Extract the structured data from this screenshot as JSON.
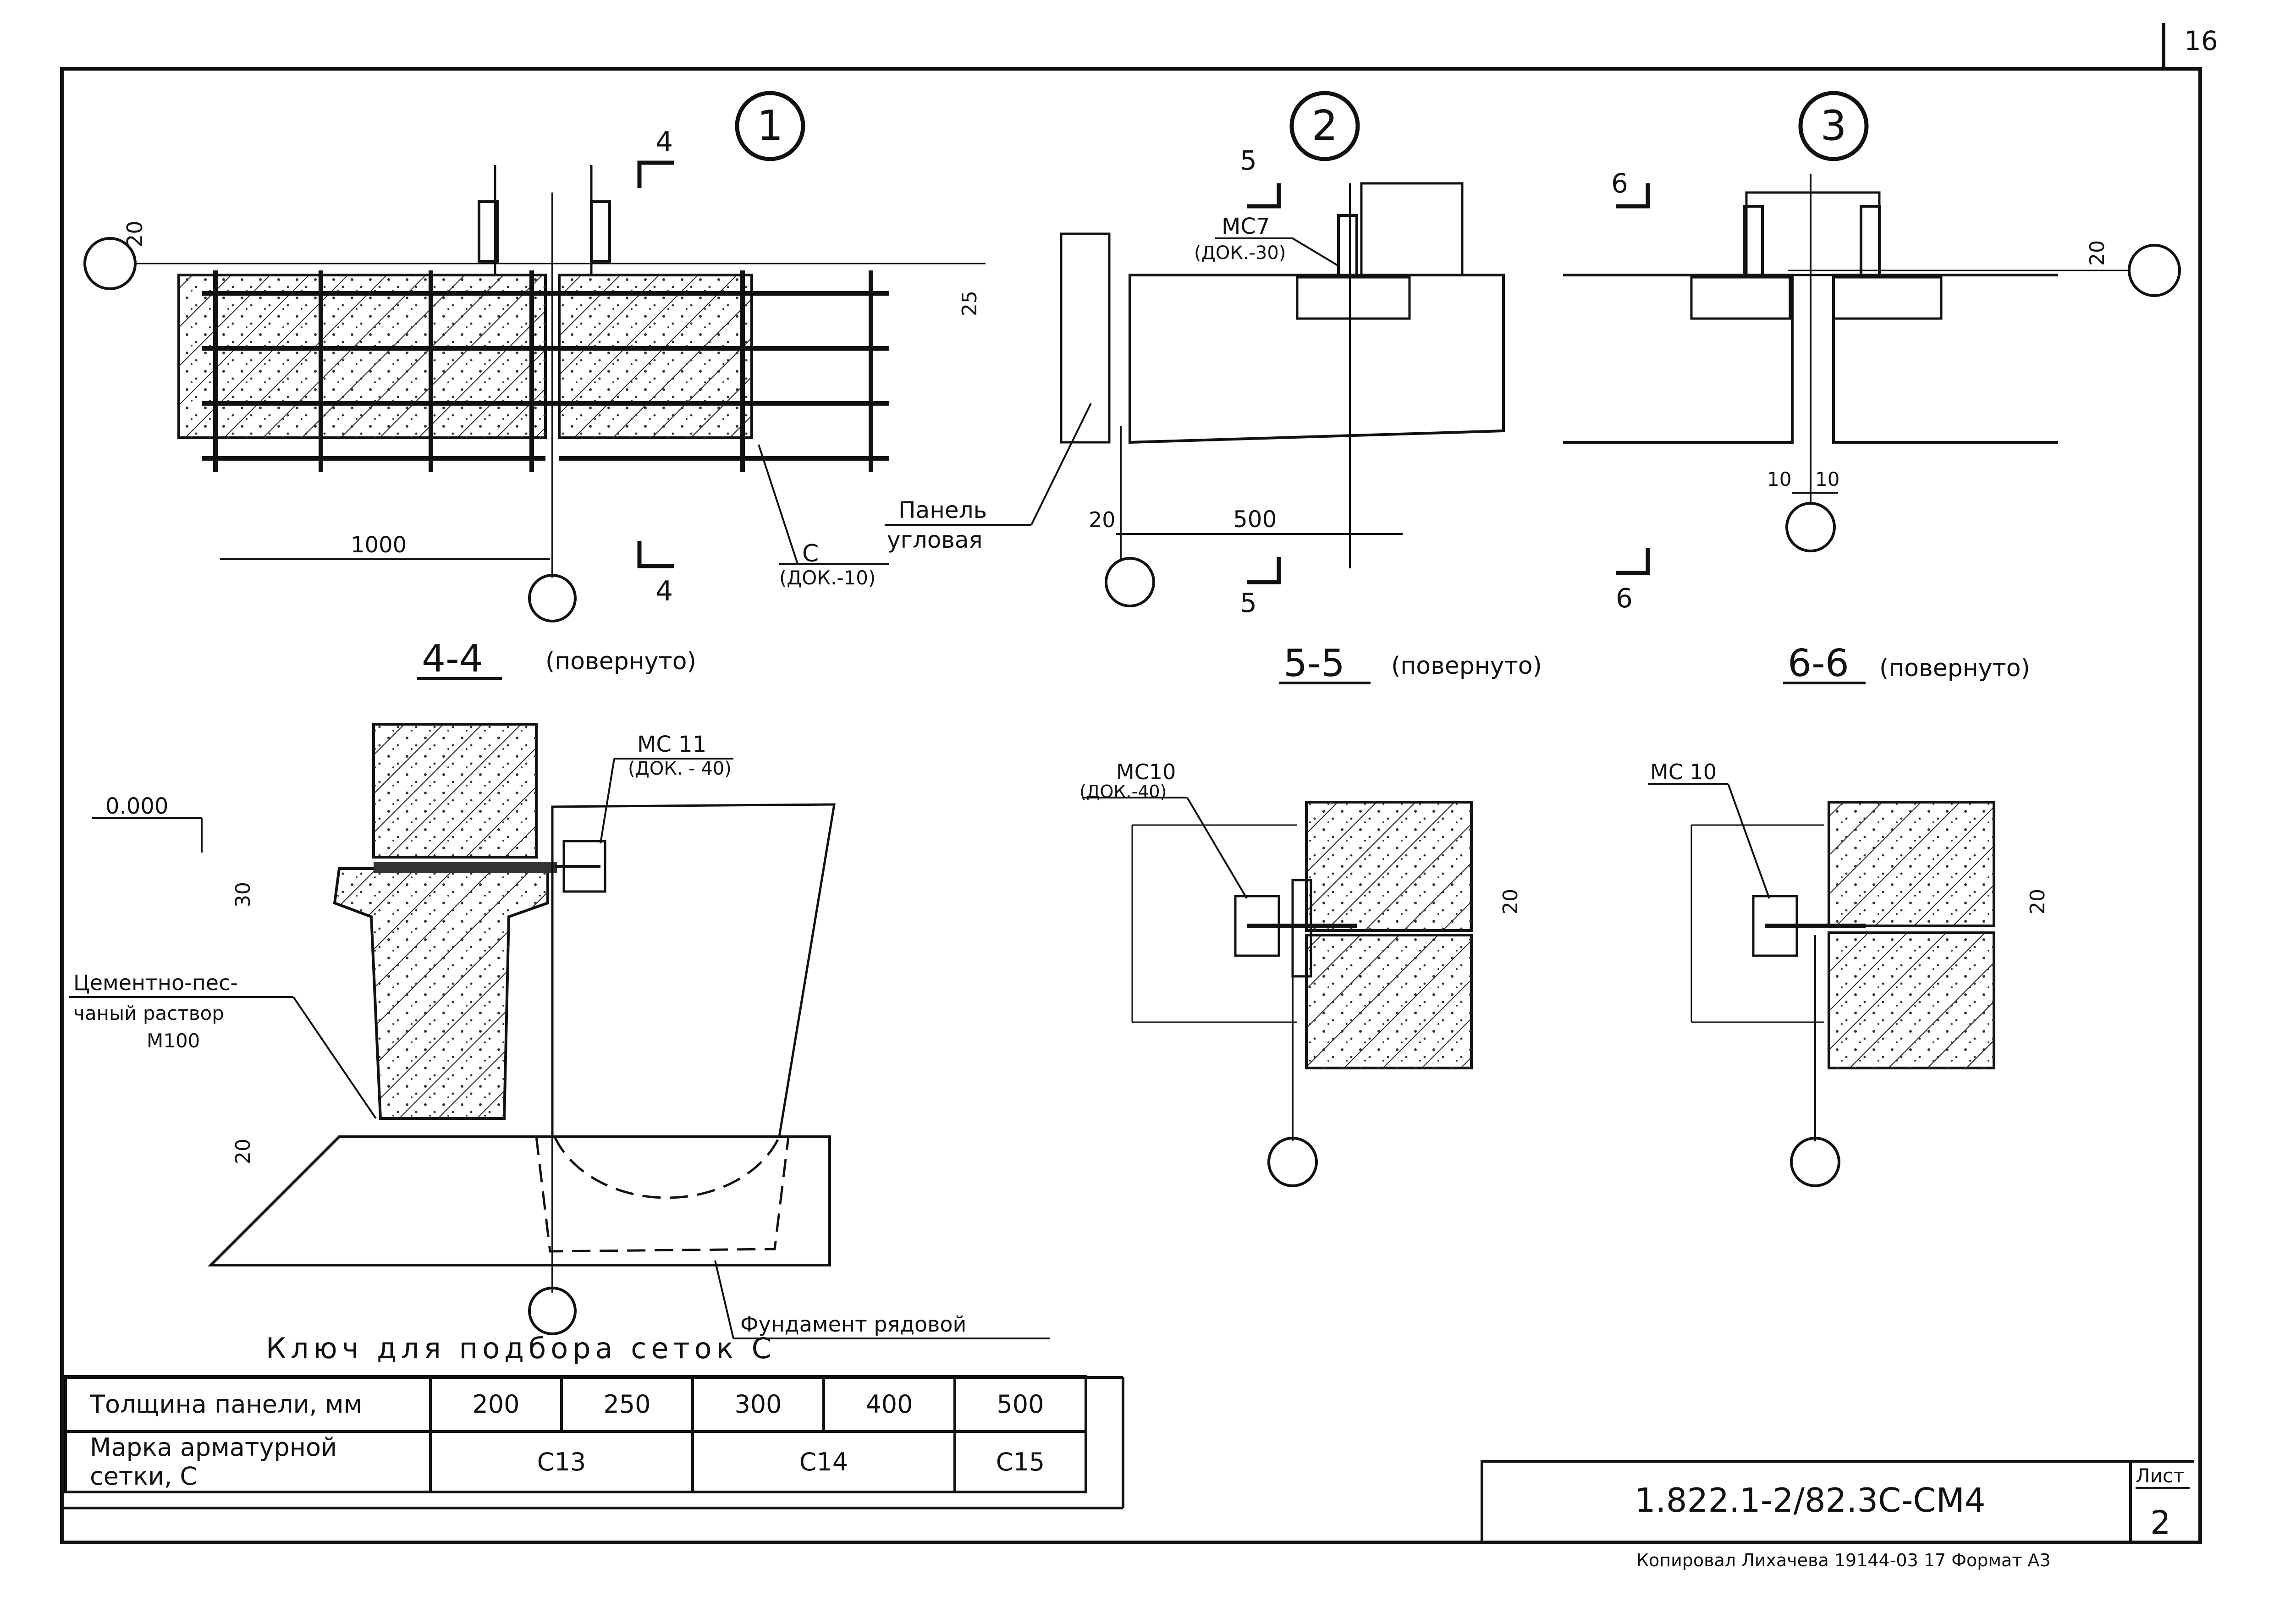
{
  "page_number": "16",
  "node_markers": [
    "1",
    "2",
    "3"
  ],
  "section_marks": {
    "s4": "4",
    "s5": "5",
    "s6": "6"
  },
  "node1": {
    "dim_top": "20",
    "dim_right": "25",
    "dim_bottom": "1000",
    "mesh_label": "С",
    "mesh_doc": "(ДОК.-10)",
    "panel_label_1": "Панель",
    "panel_label_2": "угловая"
  },
  "node2": {
    "item_label": "МС7",
    "item_doc": "(ДОК.-30)",
    "dim_left": "20",
    "dim_bottom": "500"
  },
  "node3": {
    "dim_right": "20",
    "dim_gap_left": "10",
    "dim_gap_right": "10"
  },
  "section_titles": {
    "s44": {
      "name": "4-4",
      "note": "(повернуто)"
    },
    "s55": {
      "name": "5-5",
      "note": "(повернуто)"
    },
    "s66": {
      "name": "6-6",
      "note": "(повернуто)"
    }
  },
  "section44": {
    "item_label": "МС 11",
    "item_doc": "(ДОК. - 40)",
    "level": "0.000",
    "dim_30": "30",
    "dim_20": "20",
    "mortar_1": "Цементно-пес-",
    "mortar_2": "чаный раствор",
    "mortar_3": "М100",
    "foundation": "Фундамент рядовой"
  },
  "section55": {
    "item_label": "МС10",
    "item_doc": "(ДОК.-40)",
    "dim": "20"
  },
  "section66": {
    "item_label": "МС 10",
    "dim": "20"
  },
  "key_table": {
    "title": "Ключ для подбора сеток С",
    "row1_head": "Толщина панели, мм",
    "thicknesses": [
      "200",
      "250",
      "300",
      "400",
      "500"
    ],
    "row2_head": "Марка арматурной сетки, С",
    "marks": [
      "С13",
      "С14",
      "С15"
    ]
  },
  "title_block": {
    "doc_code": "1.822.1-2/82.3С-СМ4",
    "sheet_label": "Лист",
    "sheet_number": "2"
  },
  "copy_note": "Копировал Лихачева 19144-03 17 Формат А3"
}
